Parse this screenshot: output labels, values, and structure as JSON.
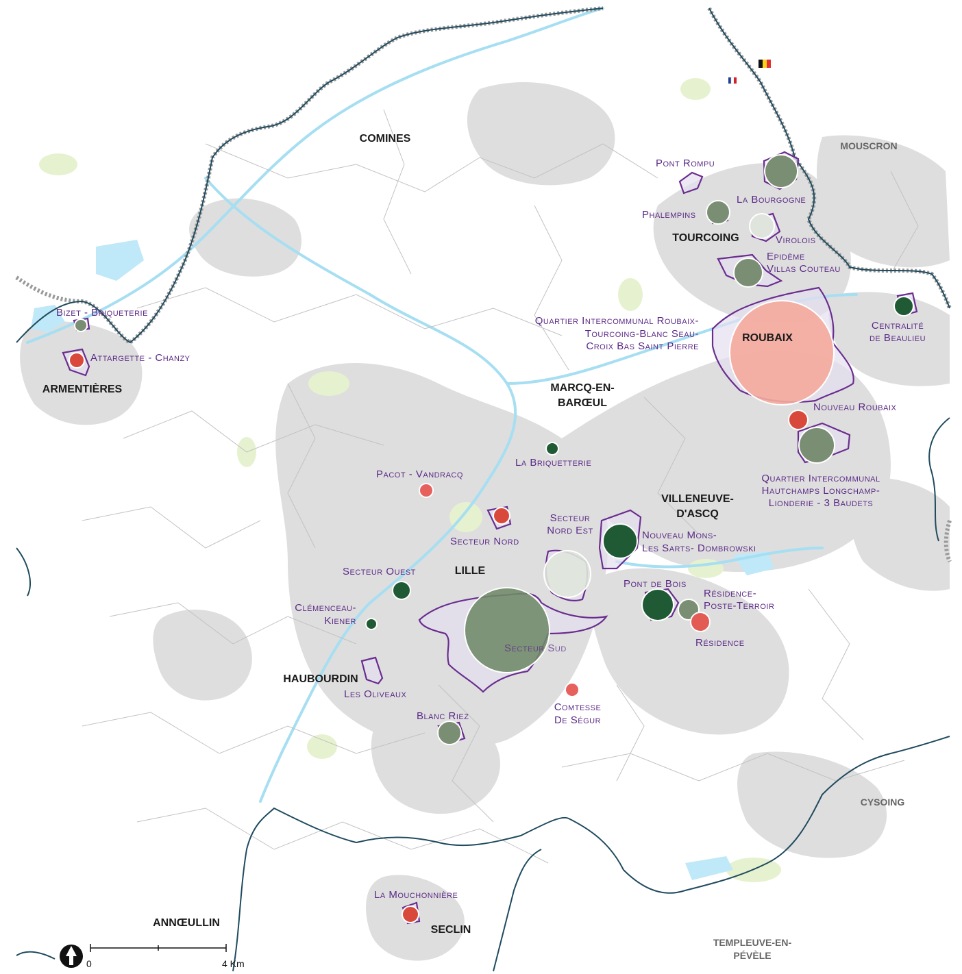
{
  "colors": {
    "land": "#ffffff",
    "urban": "#dddddd",
    "urban_light": "#e7e7e7",
    "water": "#cfeefa",
    "river": "#9fdcf0",
    "green": "#e5f2cf",
    "border": "#1f4b5f",
    "commune_border": "#bdbdbd",
    "district_outline": "#6a2d8f",
    "district_fill": "#e6dff0",
    "label": "#5b2a86",
    "city_label": "#1a1a1a",
    "foreign_label": "#666666"
  },
  "cities": [
    {
      "name": "COMINES",
      "key": "comines"
    },
    {
      "name": "MOUSCRON",
      "key": "mouscron"
    },
    {
      "name": "TOURCOING",
      "key": "tourcoing"
    },
    {
      "name": "ROUBAIX",
      "key": "roubaix"
    },
    {
      "name": "ARMENTIÈRES",
      "key": "armentieres"
    },
    {
      "name": "MARCQ-EN-",
      "key": "marcq1"
    },
    {
      "name": "BARŒUL",
      "key": "marcq2"
    },
    {
      "name": "VILLENEUVE-",
      "key": "villeneuve1"
    },
    {
      "name": "D'ASCQ",
      "key": "villeneuve2"
    },
    {
      "name": "LILLE",
      "key": "lille"
    },
    {
      "name": "HAUBOURDIN",
      "key": "haubourdin"
    },
    {
      "name": "CYSOING",
      "key": "cysoing"
    },
    {
      "name": "ANNŒULLIN",
      "key": "annoeullin"
    },
    {
      "name": "SECLIN",
      "key": "seclin"
    },
    {
      "name": "TEMPLEUVE-EN-",
      "key": "templeuve1"
    },
    {
      "name": "PÉVÈLE",
      "key": "templeuve2"
    }
  ],
  "districts": [
    {
      "label": "Pont Rompu"
    },
    {
      "label": "La Bourgogne"
    },
    {
      "label": "Phalempins"
    },
    {
      "label": "Virolois"
    },
    {
      "label": "Epidème"
    },
    {
      "label": "Villas Couteau"
    },
    {
      "label": "Bizet - Briqueterie"
    },
    {
      "label": "Attargette - Chanzy"
    },
    {
      "label": "Quartier Intercommunal Roubaix-"
    },
    {
      "label": "Tourcoing-Blanc Seau-"
    },
    {
      "label": "Croix Bas Saint Pierre"
    },
    {
      "label": "Centralité"
    },
    {
      "label": "de Beaulieu"
    },
    {
      "label": "Nouveau Roubaix"
    },
    {
      "label": "La Briquetterie"
    },
    {
      "label": "Quartier Intercommunal"
    },
    {
      "label": "Hautchamps Longchamp-"
    },
    {
      "label": "Lionderie - 3 Baudets"
    },
    {
      "label": "Pacot - Vandracq"
    },
    {
      "label": "Secteur"
    },
    {
      "label": "Nord Est"
    },
    {
      "label": "Nouveau Mons-"
    },
    {
      "label": "Les Sarts- Dombrowski"
    },
    {
      "label": "Secteur Nord"
    },
    {
      "label": "Secteur Ouest"
    },
    {
      "label": "Pont de Bois"
    },
    {
      "label": "Résidence-"
    },
    {
      "label": "Poste-Terroir"
    },
    {
      "label": "Clémenceau-"
    },
    {
      "label": "Kiener"
    },
    {
      "label": "Résidence"
    },
    {
      "label": "Secteur Sud"
    },
    {
      "label": "Les Oliveaux"
    },
    {
      "label": "Comtesse"
    },
    {
      "label": "De Ségur"
    },
    {
      "label": "Blanc Riez"
    },
    {
      "label": "La Mouchonnière"
    }
  ],
  "scale": {
    "start": "0",
    "end": "4 Km"
  },
  "icons": {
    "north_arrow": "north-arrow-icon",
    "flag_fr": "flag-france-icon",
    "flag_be": "flag-belgium-icon"
  }
}
